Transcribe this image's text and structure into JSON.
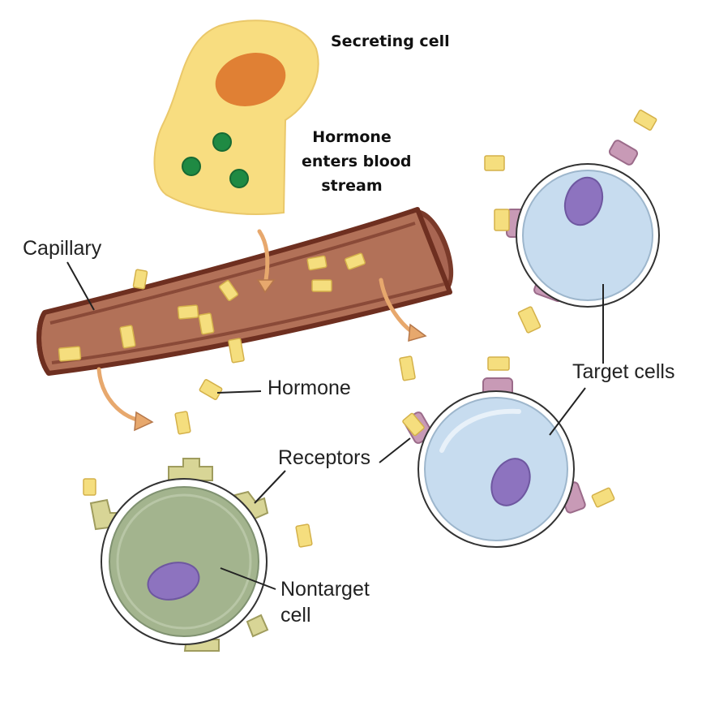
{
  "labels": {
    "secreting_cell": "Secreting cell",
    "hormone_enters_line1": "Hormone",
    "hormone_enters_line2": "enters blood",
    "hormone_enters_line3": "stream",
    "capillary": "Capillary",
    "hormone": "Hormone",
    "receptors": "Receptors",
    "target_cells": "Target cells",
    "nontarget_line1": "Nontarget",
    "nontarget_line2": "cell"
  },
  "colors": {
    "secreting_cytoplasm": "#f8dd80",
    "secreting_nucleus": "#e08034",
    "vesicle": "#1f8a43",
    "capillary_wall": "#7a3a2a",
    "capillary_lumen": "#b27158",
    "hormone_particle": "#f5de7e",
    "target_cell_fill": "#c7dcef",
    "target_nucleus": "#8d73bf",
    "receptor": "#c89ab6",
    "nontarget_fill": "#a3b48e",
    "nontarget_receptor": "#d8d596",
    "arrow": "#e7a86d"
  }
}
